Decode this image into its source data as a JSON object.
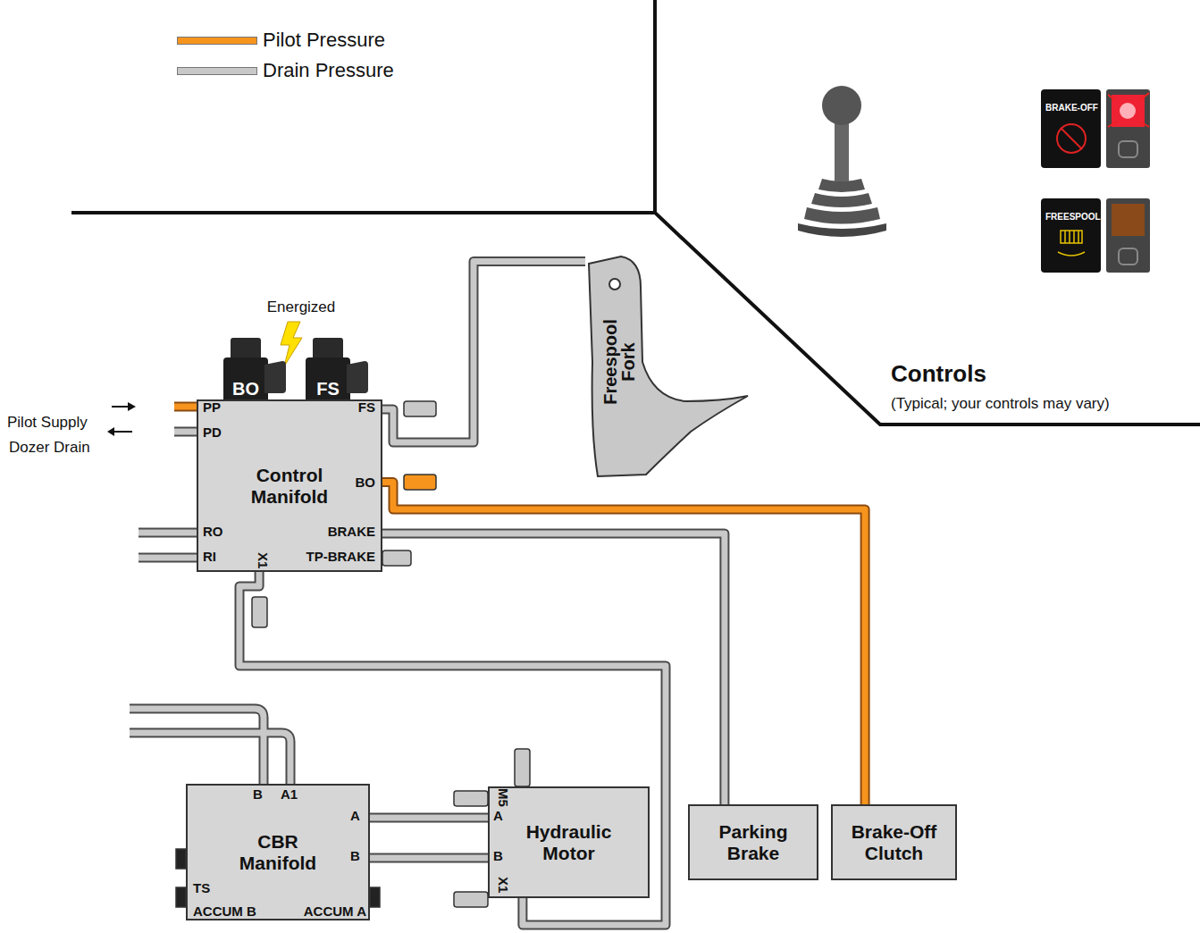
{
  "diagram": {
    "nodes": [
      {
        "text": [
          "BO"
        ]
      },
      {
        "text": [
          "FS"
        ]
      },
      {
        "text": [
          "Control Manifold"
        ]
      },
      {
        "text": [
          "Freespool Fork"
        ]
      },
      {
        "text": [
          "CBR Manifold"
        ]
      },
      {
        "text": [
          "Hydraulic Motor"
        ]
      },
      {
        "text": [
          "Parking Brake"
        ]
      },
      {
        "text": [
          "Brake-Off Clutch"
        ]
      }
    ],
    "edges": [
      {
        "from": 2,
        "to": 3,
        "arrow": "none"
      },
      {
        "from": 2,
        "to": 7,
        "arrow": "none"
      },
      {
        "from": 2,
        "to": 6,
        "arrow": "none"
      },
      {
        "from": 2,
        "to": 5,
        "arrow": "none"
      },
      {
        "from": 4,
        "to": 5,
        "arrow": "none"
      },
      {
        "from": 4,
        "to": 5,
        "arrow": "none"
      }
    ],
    "labels": [
      "Energized",
      "Pilot Supply",
      "Dozer Drain",
      "PP",
      "PD",
      "FS",
      "BO",
      "RO",
      "RI",
      "BRAKE",
      "TP-BRAKE",
      "X1",
      "B",
      "A1",
      "A",
      "B",
      "TS",
      "ACCUM B",
      "ACCUM A",
      "M5",
      "A",
      "B",
      "X1",
      "Controls",
      "(Typical; your controls may vary)",
      "BRAKE-OFF",
      "FREESPOOL"
    ],
    "legend": [
      {
        "text": "Pilot Pressure",
        "color": "#f7941d"
      },
      {
        "text": "Drain Pressure",
        "color": "#c8c8c8"
      }
    ]
  }
}
